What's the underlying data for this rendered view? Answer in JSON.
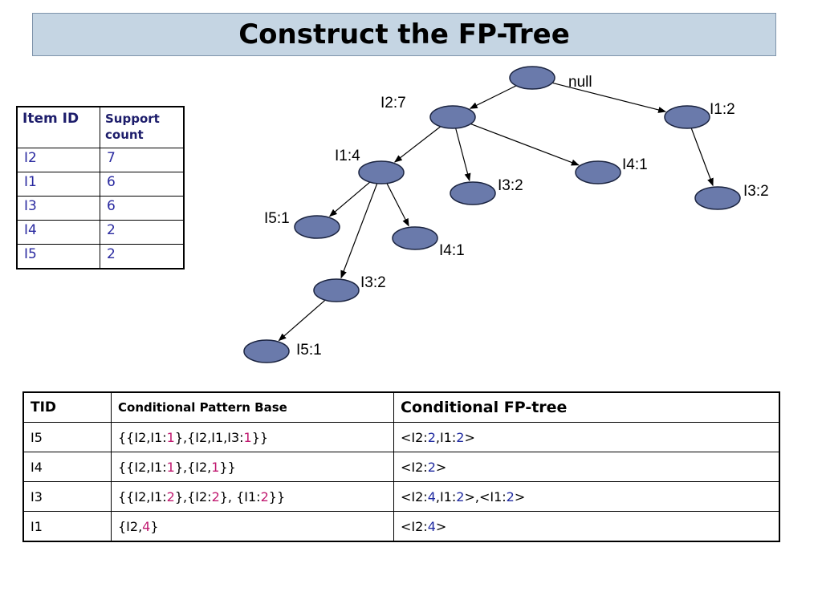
{
  "title": "Construct the FP-Tree",
  "support_table": {
    "headers": [
      "Item ID",
      "Support count"
    ],
    "rows": [
      {
        "item": "I2",
        "count": "7"
      },
      {
        "item": "I1",
        "count": "6"
      },
      {
        "item": "I3",
        "count": "6"
      },
      {
        "item": "I4",
        "count": "2"
      },
      {
        "item": "I5",
        "count": "2"
      }
    ]
  },
  "tree": {
    "nodes": [
      {
        "id": "root",
        "label": "null"
      },
      {
        "id": "i2",
        "label": "I2:7"
      },
      {
        "id": "i1_top",
        "label": "I1:2"
      },
      {
        "id": "i1",
        "label": "I1:4"
      },
      {
        "id": "i3_a",
        "label": "I3:2"
      },
      {
        "id": "i4_a",
        "label": "I4:1"
      },
      {
        "id": "i3_right",
        "label": "I3:2"
      },
      {
        "id": "i5_a",
        "label": "I5:1"
      },
      {
        "id": "i4_b",
        "label": "I4:1"
      },
      {
        "id": "i3_b",
        "label": "I3:2"
      },
      {
        "id": "i5_b",
        "label": "I5:1"
      }
    ],
    "edges": [
      [
        "root",
        "i2"
      ],
      [
        "root",
        "i1_top"
      ],
      [
        "i2",
        "i1"
      ],
      [
        "i2",
        "i3_a"
      ],
      [
        "i2",
        "i4_a"
      ],
      [
        "i1_top",
        "i3_right"
      ],
      [
        "i1",
        "i5_a"
      ],
      [
        "i1",
        "i4_b"
      ],
      [
        "i1",
        "i3_b"
      ],
      [
        "i3_b",
        "i5_b"
      ]
    ],
    "node_color": "#6a7aab"
  },
  "conditional_table": {
    "headers": [
      "TID",
      "Conditional Pattern Base",
      "Conditional FP-tree"
    ],
    "rows": [
      {
        "tid": "I5",
        "base": [
          [
            "{{I2,I1:",
            ""
          ],
          [
            "1",
            "mg"
          ],
          [
            "},{I2,I1,I3:",
            ""
          ],
          [
            "1",
            "mg"
          ],
          [
            "}}",
            ""
          ]
        ],
        "tree": [
          [
            "<I2:",
            ""
          ],
          [
            "2",
            "bl"
          ],
          [
            ",I1:",
            ""
          ],
          [
            "2",
            "bl"
          ],
          [
            ">",
            ""
          ]
        ]
      },
      {
        "tid": "I4",
        "base": [
          [
            "{{I2,I1:",
            ""
          ],
          [
            "1",
            "mg"
          ],
          [
            "},{I2,",
            ""
          ],
          [
            "1",
            "mg"
          ],
          [
            "}}",
            ""
          ]
        ],
        "tree": [
          [
            "<I2:",
            ""
          ],
          [
            "2",
            "bl"
          ],
          [
            ">",
            ""
          ]
        ]
      },
      {
        "tid": "I3",
        "base": [
          [
            "{{I2,I1:",
            ""
          ],
          [
            "2",
            "mg"
          ],
          [
            "},{I2:",
            ""
          ],
          [
            "2",
            "mg"
          ],
          [
            "}, {I1:",
            ""
          ],
          [
            "2",
            "mg"
          ],
          [
            "}}",
            ""
          ]
        ],
        "tree": [
          [
            "<I2:",
            ""
          ],
          [
            "4",
            "bl"
          ],
          [
            ",I1:",
            ""
          ],
          [
            "2",
            "bl"
          ],
          [
            ">,<I1:",
            ""
          ],
          [
            "2",
            "bl"
          ],
          [
            ">",
            ""
          ]
        ]
      },
      {
        "tid": "I1",
        "base": [
          [
            "{I2,",
            ""
          ],
          [
            "4",
            "mg"
          ],
          [
            "}",
            ""
          ]
        ],
        "tree": [
          [
            "<I2:",
            ""
          ],
          [
            "4",
            "bl"
          ],
          [
            ">",
            ""
          ]
        ]
      }
    ]
  }
}
